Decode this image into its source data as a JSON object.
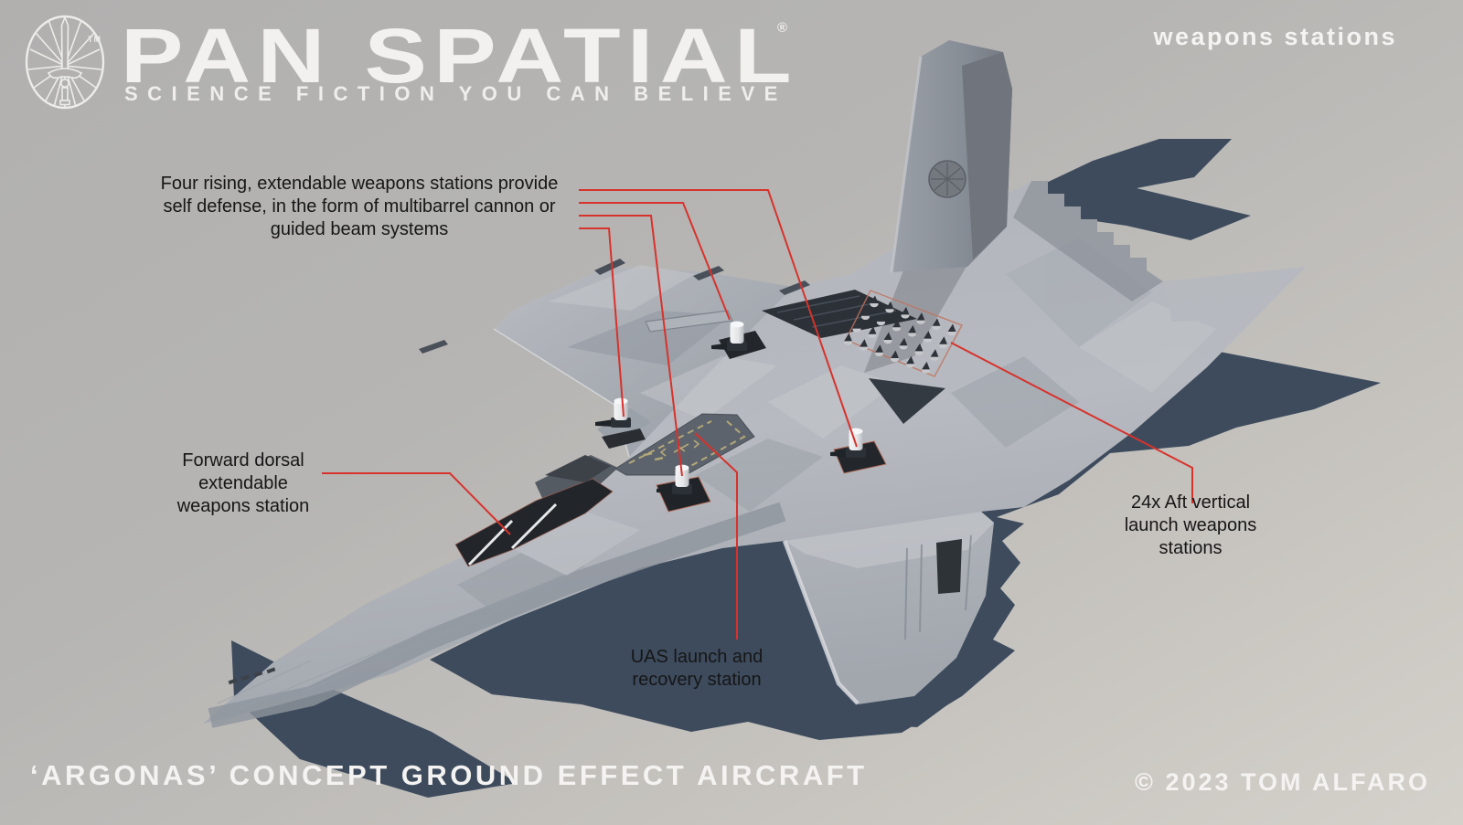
{
  "header": {
    "brand": "PAN SPATIAL",
    "brand_mark": "®",
    "logo_trademark": "TM",
    "tagline": "SCIENCE FICTION YOU CAN BELIEVE",
    "page_label": "weapons stations"
  },
  "annotations": {
    "four_rising": "Four rising, extendable weapons stations provide\nself defense, in the form of multibarrel cannon or\nguided beam systems",
    "forward_dorsal": "Forward dorsal\nextendable\nweapons station",
    "uas": "UAS launch and\nrecovery station",
    "aft_vertical": "24x Aft vertical\nlaunch weapons\nstations"
  },
  "footer": {
    "title": "‘ARGONAS’ CONCEPT GROUND EFFECT AIRCRAFT",
    "copyright": "© 2023 TOM ALFARO"
  },
  "colors": {
    "leader_line": "#d8322c",
    "ground_shadow": "#3d4b5d",
    "background_top": "#b1b0af",
    "background_bottom": "#d4d1cb",
    "text_dark": "#161616",
    "text_light": "#f4f3f1"
  },
  "stations": {
    "missile_count": 24,
    "turret_count": 4
  }
}
